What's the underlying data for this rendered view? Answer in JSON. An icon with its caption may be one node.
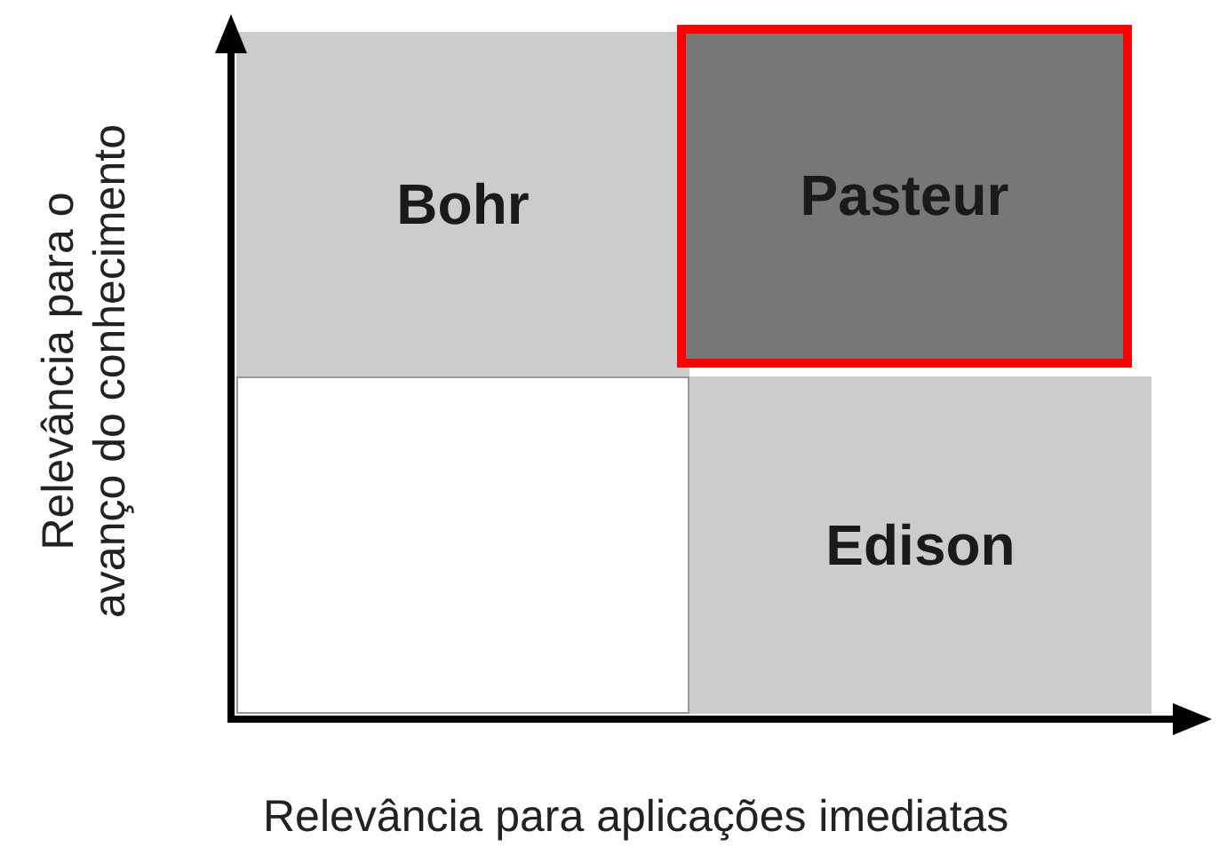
{
  "diagram": {
    "nodes": [
      {
        "text": [
          "Bohr"
        ]
      },
      {
        "text": [
          "Pasteur"
        ]
      },
      {
        "text": [],
        "shape": "box"
      },
      {
        "text": [
          "Edison"
        ]
      }
    ],
    "edges": [],
    "labels": [
      "Relevância para o avanço do conhecimento",
      "Relevância para aplicações imediatas"
    ]
  }
}
